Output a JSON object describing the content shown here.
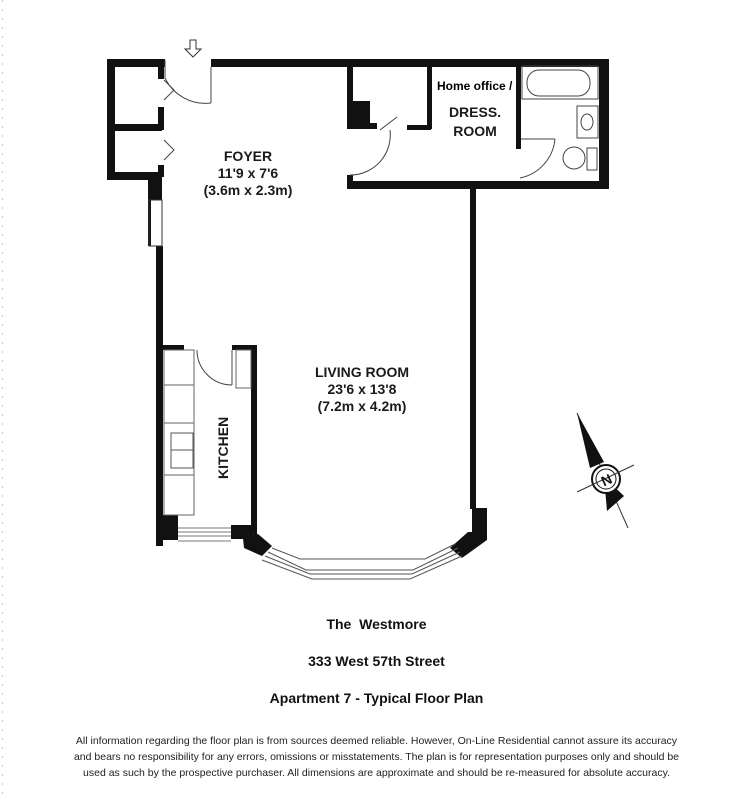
{
  "plan": {
    "rooms": {
      "foyer": {
        "name": "FOYER",
        "dims_ft": "11'9 x 7'6",
        "dims_m": "(3.6m x 2.3m)"
      },
      "living_room": {
        "name": "LIVING ROOM",
        "dims_ft": "23'6 x 13'8",
        "dims_m": "(7.2m x 4.2m)"
      },
      "kitchen": {
        "name": "KITCHEN"
      },
      "dress_room": {
        "annotation": "Home office /",
        "line1": "DRESS.",
        "line2": "ROOM"
      }
    },
    "icons": {
      "entry": "down-arrow-icon",
      "compass": "north-arrow-icon",
      "compass_letter": "N"
    },
    "colors": {
      "wall": "#111111",
      "line": "#555555",
      "background": "#ffffff"
    }
  },
  "footer": {
    "building": "The  Westmore",
    "address": "333 West 57th Street",
    "plan_title": "Apartment 7 - Typical Floor Plan",
    "disclaimer": [
      "All information regarding the floor plan is from sources deemed reliable.  However, On-Line Residential cannot assure its accuracy",
      "and bears no responsibility for any errors, omissions or misstatements.  The plan is for representation purposes only and should be",
      "used as such by the prospective purchaser.  All dimensions are approximate and should be re-measured for absolute accuracy."
    ]
  }
}
